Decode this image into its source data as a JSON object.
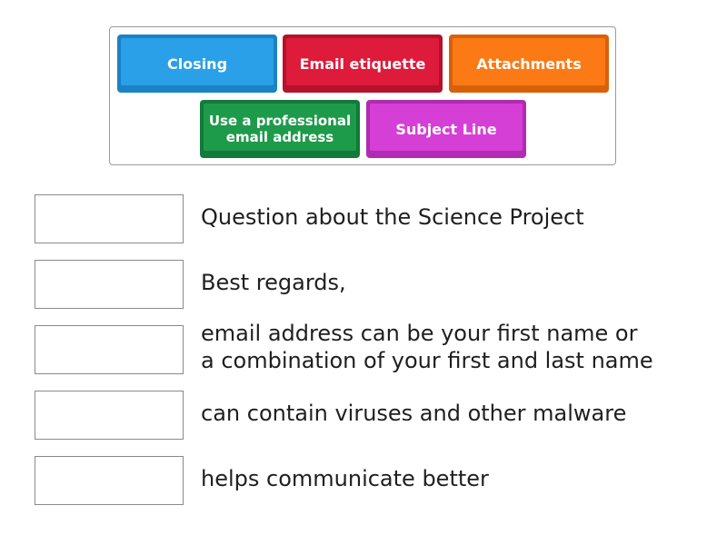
{
  "tiles": [
    {
      "label": "Closing",
      "color": "#2aa0e8",
      "shade": "#1a82c6"
    },
    {
      "label": "Email etiquette",
      "color": "#de1b3a",
      "shade": "#b5122c"
    },
    {
      "label": "Attachments",
      "color": "#fb7a16",
      "shade": "#d9600a"
    },
    {
      "label": "Use a professional email address",
      "color": "#1e9a4b",
      "shade": "#137a39"
    },
    {
      "label": "Subject Line",
      "color": "#d63fd6",
      "shade": "#b02cb0"
    }
  ],
  "clues": [
    {
      "text": "Question about the Science Project"
    },
    {
      "text": "Best regards,"
    },
    {
      "text": "email address can be your first name or\na combination of your first and last name"
    },
    {
      "text": "can contain viruses and other malware"
    },
    {
      "text": "helps communicate better"
    }
  ]
}
